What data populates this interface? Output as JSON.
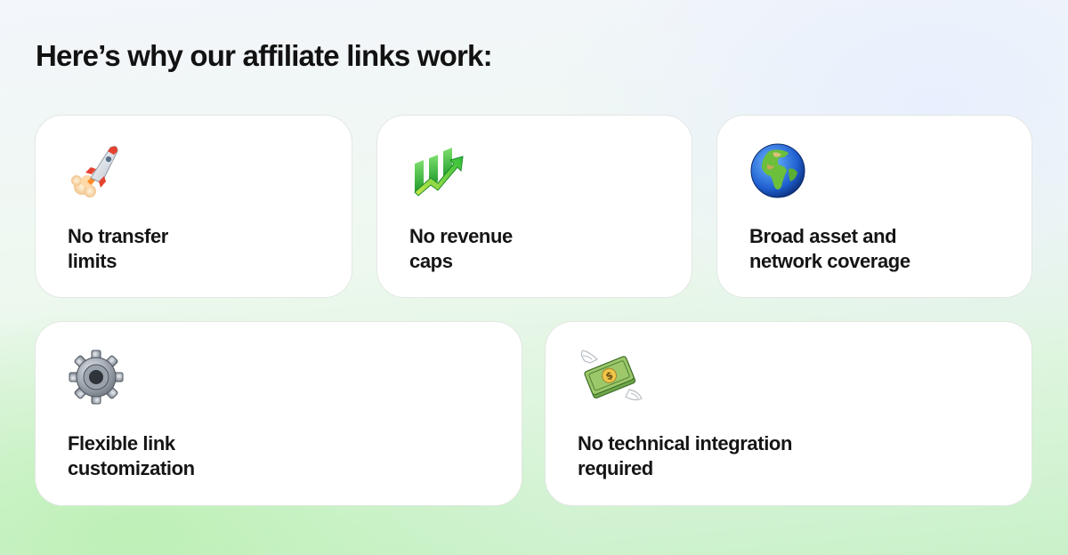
{
  "heading": "Here’s why our affiliate links work:",
  "cards": [
    {
      "icon": "rocket-icon",
      "line1": "No transfer",
      "line2": "limits"
    },
    {
      "icon": "chart-increasing-icon",
      "line1": "No revenue",
      "line2": "caps"
    },
    {
      "icon": "globe-icon",
      "line1": "Broad asset and",
      "line2": "network coverage"
    },
    {
      "icon": "gear-icon",
      "line1": "Flexible link",
      "line2": "customization"
    },
    {
      "icon": "money-with-wings-icon",
      "line1": "No technical integration",
      "line2": "required"
    }
  ],
  "colors": {
    "text": "#151515",
    "card": "#ffffff",
    "accent_green": "#3cc43c"
  }
}
